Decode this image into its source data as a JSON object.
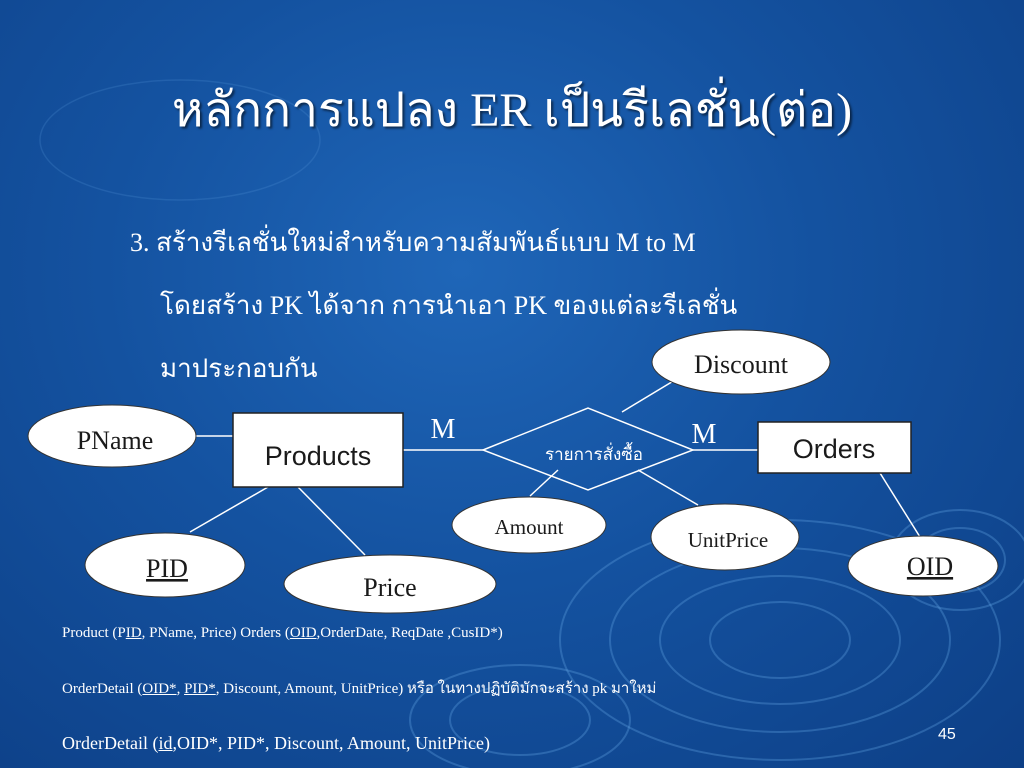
{
  "slide": {
    "title": "หลักการแปลง ER เป็นรีเลชั่น(ต่อ)",
    "bullets": [
      "3. สร้างรีเลชั่นใหม่สำหรับความสัมพันธ์แบบ M to M",
      "โดยสร้าง PK ได้จาก การนำเอา PK ของแต่ละรีเลชั่น",
      "มาประกอบกัน"
    ],
    "page_number": "45"
  },
  "diagram": {
    "entities": {
      "products": "Products",
      "orders": "Orders"
    },
    "relationship": "รายการสั่งซื้อ",
    "cardinality": {
      "left": "M",
      "right": "M"
    },
    "attributes": {
      "pname": "PName",
      "pid": "PID",
      "price": "Price",
      "discount": "Discount",
      "amount": "Amount",
      "unitprice": "UnitPrice",
      "oid": "OID"
    }
  },
  "schema": {
    "line1": {
      "p_open": "Product (P",
      "p_key": "ID",
      "p_rest": ", PName, Price)  Orders (",
      "o_key": "OID",
      "o_rest": ",OrderDate, ReqDate ,CusID*)"
    },
    "line2": {
      "open": "OrderDetail (",
      "k1": "OID*",
      "sep": ", ",
      "k2": "PID*",
      "rest": ", Discount, Amount, UnitPrice) หรือ ในทางปฏิบัติมักจะสร้าง pk มาใหม่"
    },
    "line3": {
      "open": "OrderDetail (",
      "k": "id",
      "rest": ",OID*, PID*, Discount, Amount, UnitPrice)"
    }
  },
  "colors": {
    "background": "#1452a0",
    "ellipse_fill": "#ffffff",
    "line": "#ffffff",
    "text_dark": "#1a1a1a"
  }
}
